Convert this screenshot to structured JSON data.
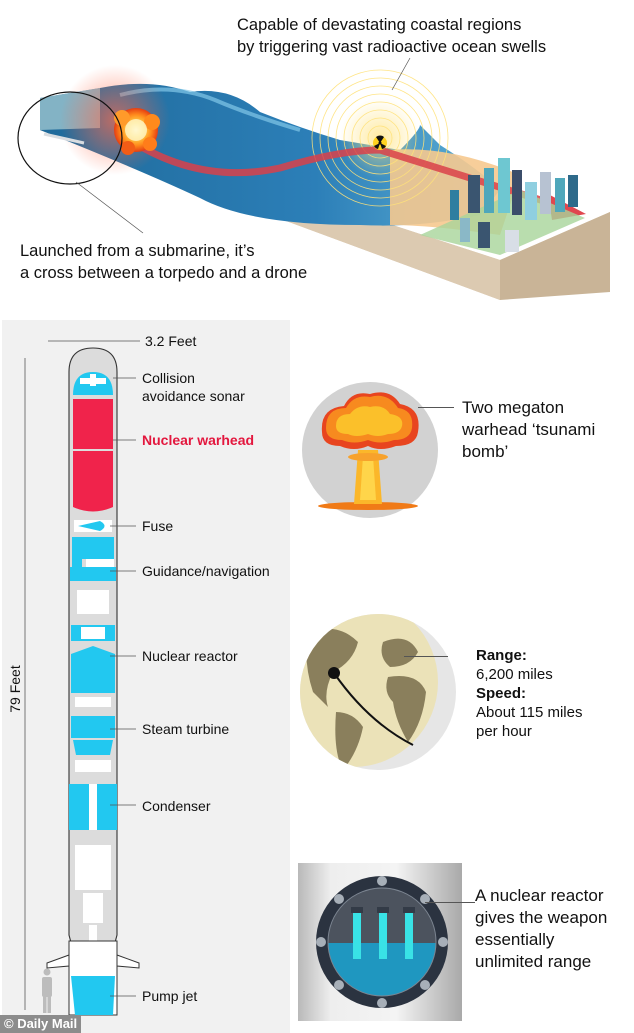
{
  "top": {
    "caption_right": [
      "Capable of devastating coastal regions",
      "by triggering vast radioactive ocean swells"
    ],
    "caption_left": [
      "Launched from a submarine, it’s",
      "a cross between a torpedo and a drone"
    ]
  },
  "torpedo": {
    "width_label": "3.2 Feet",
    "length_label": "79 Feet",
    "components": [
      {
        "name": "Collision",
        "name2": "avoidance sonar",
        "color": "#22c8f0"
      },
      {
        "name": "Nuclear warhead",
        "color": "#f0234b",
        "highlight": true
      },
      {
        "name": "Fuse",
        "color": "#22c8f0"
      },
      {
        "name": "Guidance/navigation",
        "color": "#22c8f0"
      },
      {
        "name": "Nuclear reactor",
        "color": "#22c8f0"
      },
      {
        "name": "Steam turbine",
        "color": "#22c8f0"
      },
      {
        "name": "Condenser",
        "color": "#22c8f0"
      },
      {
        "name": "Pump jet",
        "color": "#22c8f0"
      }
    ]
  },
  "facts": {
    "warhead": [
      "Two megaton",
      "warhead ‘tsunami",
      "bomb’"
    ],
    "range_label": "Range:",
    "range_value": "6,200 miles",
    "speed_label": "Speed:",
    "speed_value": [
      "About 115 miles",
      "per hour"
    ],
    "reactor": [
      "A nuclear reactor",
      "gives the weapon",
      "essentially",
      "unlimited range"
    ]
  },
  "colors": {
    "accent_red": "#e3173e",
    "accent_blue": "#22c8f0",
    "panel_gray": "#f1f1f1"
  },
  "watermark": "© Daily Mail"
}
